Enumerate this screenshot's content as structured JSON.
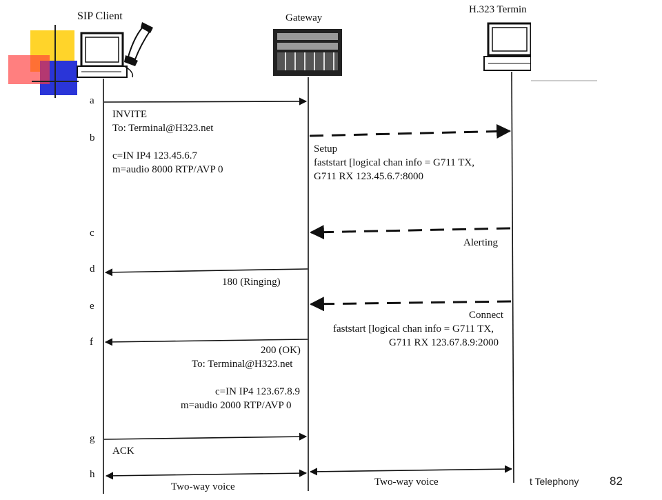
{
  "entities": {
    "sip_client": "SIP Client",
    "gateway": "Gateway",
    "h323_terminal": "H.323 Termin"
  },
  "step_labels": [
    "a",
    "b",
    "c",
    "d",
    "e",
    "f",
    "g",
    "h"
  ],
  "messages": {
    "invite": [
      "INVITE",
      "To: Terminal@H323.net",
      "",
      "c=IN IP4 123.45.6.7",
      "m=audio 8000 RTP/AVP 0"
    ],
    "setup": [
      "Setup",
      "faststart [logical chan info = G711 TX,",
      "G711 RX 123.45.6.7:8000"
    ],
    "alerting": "Alerting",
    "ringing": "180 (Ringing)",
    "connect": [
      "Connect",
      "faststart [logical chan info = G711 TX,",
      "G711 RX 123.67.8.9:2000"
    ],
    "ok": [
      "200 (OK)",
      "To: Terminal@H323.net",
      "",
      "c=IN IP4 123.67.8.9",
      "m=audio 2000 RTP/AVP 0"
    ],
    "ack": "ACK",
    "voice_left": "Two-way voice",
    "voice_right": "Two-way voice"
  },
  "footer": {
    "text": "t Telephony",
    "page_number": "82"
  }
}
